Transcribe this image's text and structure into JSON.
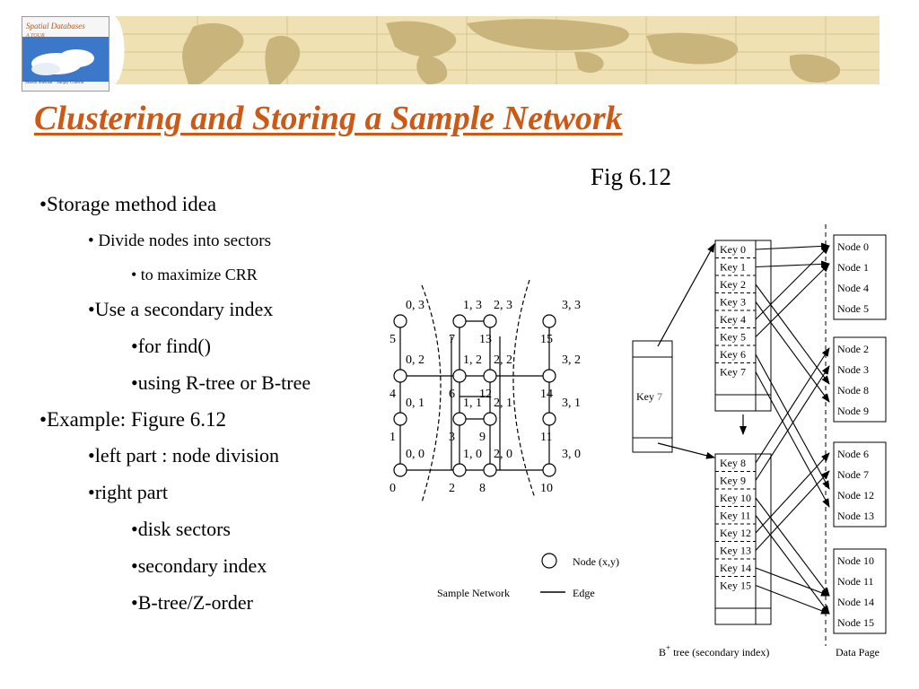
{
  "book": {
    "title": "Spatial Databases",
    "subtitle": "A TOUR",
    "authors": "Shashi Shekhar · Sanjay Chawla"
  },
  "slide": {
    "title": "Clustering and Storing a Sample Network",
    "figure_caption": "Fig 6.12"
  },
  "bullets": [
    {
      "level": 0,
      "text": "•Storage method idea"
    },
    {
      "level": 1,
      "text": "• Divide nodes into sectors"
    },
    {
      "level": 2,
      "text": "• to maximize CRR"
    },
    {
      "level": 1,
      "text": "•Use a secondary index"
    },
    {
      "level": 2,
      "text": "•for find()"
    },
    {
      "level": 2,
      "text": "•using R-tree or B-tree"
    },
    {
      "level": 0,
      "text": "•Example: Figure 6.12"
    },
    {
      "level": 1,
      "text": "•left part : node division"
    },
    {
      "level": 1,
      "text": "•right part"
    },
    {
      "level": 2,
      "text": "•disk sectors"
    },
    {
      "level": 2,
      "text": "•secondary index"
    },
    {
      "level": 2,
      "text": "•B-tree/Z-order"
    }
  ],
  "network": {
    "coords": [
      "0, 3",
      "1, 3",
      "2, 3",
      "3, 3",
      "0, 2",
      "1, 2",
      "2, 2",
      "3, 2",
      "0, 1",
      "1, 1",
      "2, 1",
      "3, 1",
      "0, 0",
      "1, 0",
      "2, 0",
      "3, 0"
    ],
    "ids": [
      "5",
      "7",
      "13",
      "15",
      "4",
      "6",
      "12",
      "14",
      "1",
      "3",
      "9",
      "11",
      "0",
      "2",
      "8",
      "10"
    ],
    "legend_node": "Node (x,y)",
    "legend_edge": "Edge",
    "legend_title": "Sample Network"
  },
  "btree": {
    "root_key": "Key",
    "root_key_num": "7",
    "top_keys": [
      "Key 0",
      "Key 1",
      "Key 2",
      "Key 3",
      "Key 4",
      "Key 5",
      "Key 6",
      "Key 7"
    ],
    "bottom_keys": [
      "Key 8",
      "Key 9",
      "Key 10",
      "Key 11",
      "Key 12",
      "Key 13",
      "Key 14",
      "Key 15"
    ],
    "label_btree": "B",
    "label_btree_sup": "+",
    "label_btree_rest": " tree  (secondary index)"
  },
  "data_pages": {
    "pages": [
      [
        "Node 0",
        "Node 1",
        "Node 4",
        "Node 5"
      ],
      [
        "Node 2",
        "Node 3",
        "Node 8",
        "Node 9"
      ],
      [
        "Node 6",
        "Node 7",
        "Node 12",
        "Node 13"
      ],
      [
        "Node 10",
        "Node 11",
        "Node 14",
        "Node 15"
      ]
    ],
    "label": "Data Page"
  },
  "colors": {
    "title": "#cc5a16",
    "banner": "#e8d6a0",
    "land": "#c9b57c"
  }
}
